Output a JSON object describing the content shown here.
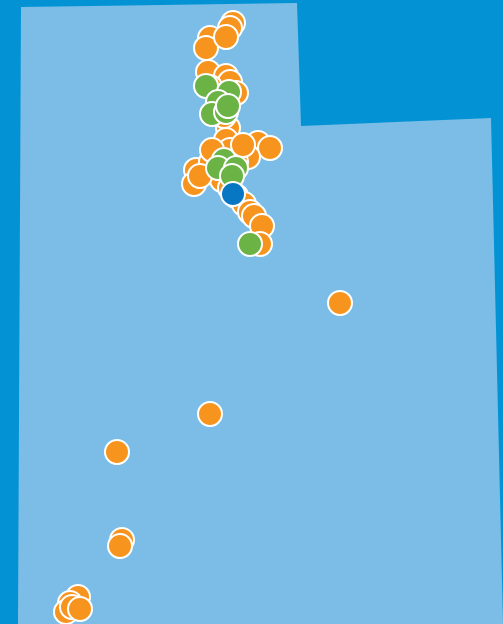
{
  "map": {
    "region": "Utah",
    "colors": {
      "background": "#0393d5",
      "land": "#7bbde6",
      "orange_marker": "#f7941d",
      "green_marker": "#6ab344",
      "blue_marker": "#0877c3",
      "marker_outline": "#ffffff"
    },
    "marker_types": [
      "orange",
      "green",
      "blue"
    ],
    "marker_counts": {
      "orange": 44,
      "green": 11,
      "blue": 1
    }
  }
}
